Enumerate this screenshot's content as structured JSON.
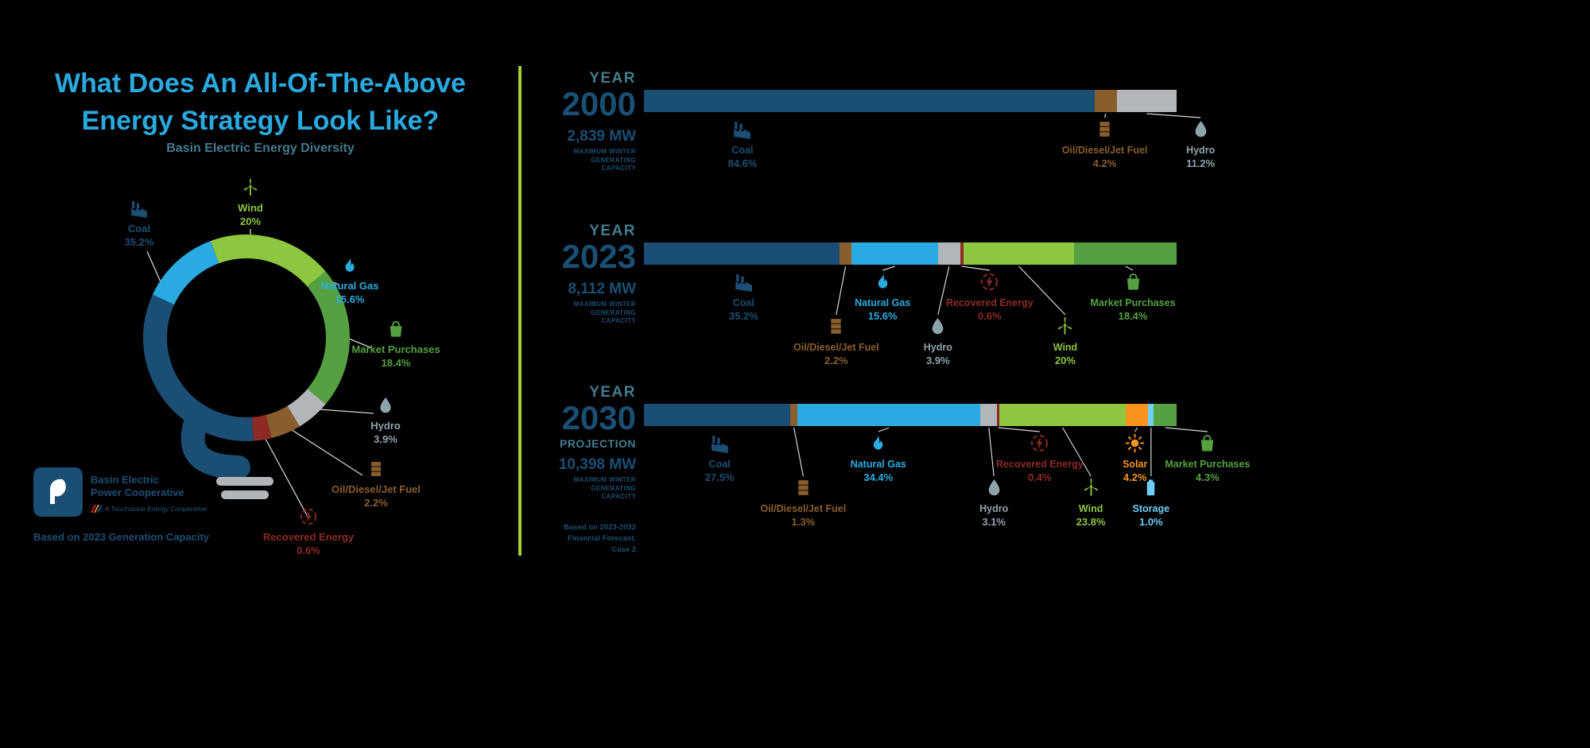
{
  "colors": {
    "accent_blue": "#2aa9e0",
    "teal_text": "#447b8e",
    "navy": "#1b4e74",
    "divider_green": "#a6ce39",
    "coal": "#1b4e74",
    "oil_diesel_jet_fuel": "#8a5e2c",
    "hydro": "#b3b6b8",
    "natural_gas": "#29abe2",
    "recovered_energy": "#8e2a25",
    "wind": "#8dc63f",
    "market_purchases": "#55a041",
    "solar": "#f7941d",
    "storage": "#6dcff6"
  },
  "left": {
    "title_line1": "What Does An All-Of-The-Above",
    "title_line2": "Energy Strategy Look Like?",
    "subtitle": "Basin Electric Energy Diversity",
    "logo": {
      "name_line1": "Basin Electric",
      "name_line2": "Power Cooperative",
      "tagline": "A Touchstone Energy Cooperative"
    },
    "footnote": "Based on 2023 Generation Capacity",
    "bulb_labels": [
      {
        "id": "coal",
        "name": "Coal",
        "display": "35.2%",
        "color": "#1b4e74",
        "icon": "factory"
      },
      {
        "id": "wind",
        "name": "Wind",
        "display": "20%",
        "color": "#8dc63f",
        "icon": "turbine"
      },
      {
        "id": "gas",
        "name": "Natural Gas",
        "display": "15.6%",
        "color": "#29abe2",
        "icon": "flame"
      },
      {
        "id": "market",
        "name": "Market Purchases",
        "display": "18.4%",
        "color": "#55a041",
        "icon": "bag"
      },
      {
        "id": "hydro",
        "name": "Hydro",
        "display": "3.9%",
        "color": "#8fa3ad",
        "icon": "droplet"
      },
      {
        "id": "oil",
        "name": "Oil/Diesel/Jet Fuel",
        "display": "2.2%",
        "color": "#8a5e2c",
        "icon": "barrel"
      },
      {
        "id": "recovered",
        "name": "Recovered Energy",
        "display": "0.6%",
        "color": "#8e2a25",
        "icon": "bolt"
      }
    ]
  },
  "chart_data": [
    {
      "type": "bar",
      "stacked": true,
      "orientation": "horizontal",
      "unit": "%",
      "xlim": [
        0,
        100
      ],
      "year_kicker": "YEAR",
      "year": "2000",
      "projection_label": "",
      "capacity": "2,839 MW",
      "capacity_note": "Maximum Winter Generating Capacity",
      "footnote": "",
      "segments": [
        {
          "name": "Coal",
          "value": 84.6,
          "display": "84.6%",
          "color": "#1b4e74",
          "icon": "factory",
          "label_row": 0,
          "label_x": 18.5,
          "leader": false
        },
        {
          "name": "Oil/Diesel/Jet Fuel",
          "value": 4.2,
          "display": "4.2%",
          "color": "#8a5e2c",
          "icon": "barrel",
          "label_row": 0,
          "label_x": 86.5
        },
        {
          "name": "Hydro",
          "value": 11.2,
          "display": "11.2%",
          "color": "#b3b6b8",
          "icon": "droplet",
          "label_row": 0,
          "label_x": 104.5,
          "label_color": "#8fa3ad"
        }
      ]
    },
    {
      "type": "bar",
      "stacked": true,
      "orientation": "horizontal",
      "unit": "%",
      "xlim": [
        0,
        100
      ],
      "year_kicker": "YEAR",
      "year": "2023",
      "projection_label": "",
      "capacity": "8,112 MW",
      "capacity_note": "Maximum Winter Generating Capacity",
      "footnote": "",
      "segments": [
        {
          "name": "Coal",
          "value": 35.2,
          "display": "35.2%",
          "color": "#1b4e74",
          "icon": "factory",
          "label_row": 0,
          "label_x": 18.7,
          "leader": false
        },
        {
          "name": "Oil/Diesel/Jet Fuel",
          "value": 2.2,
          "display": "2.2%",
          "color": "#8a5e2c",
          "icon": "barrel",
          "label_row": 1,
          "label_x": 36.1
        },
        {
          "name": "Natural Gas",
          "value": 15.6,
          "display": "15.6%",
          "color": "#29abe2",
          "icon": "flame",
          "label_row": 0,
          "label_x": 44.8
        },
        {
          "name": "Hydro",
          "value": 3.9,
          "display": "3.9%",
          "color": "#b3b6b8",
          "icon": "droplet",
          "label_row": 1,
          "label_x": 55.2,
          "label_color": "#8fa3ad"
        },
        {
          "name": "Recovered Energy",
          "value": 0.6,
          "display": "0.6%",
          "color": "#8e2a25",
          "icon": "bolt",
          "label_row": 0,
          "label_x": 64.9
        },
        {
          "name": "Wind",
          "value": 20,
          "display": "20%",
          "color": "#8dc63f",
          "icon": "turbine",
          "label_row": 1,
          "label_x": 79.1
        },
        {
          "name": "Market Purchases",
          "value": 18.4,
          "display": "18.4%",
          "color": "#55a041",
          "icon": "bag",
          "label_row": 0,
          "label_x": 91.8
        }
      ]
    },
    {
      "type": "bar",
      "stacked": true,
      "orientation": "horizontal",
      "unit": "%",
      "xlim": [
        0,
        100
      ],
      "year_kicker": "YEAR",
      "year": "2030",
      "projection_label": "PROJECTION",
      "capacity": "10,398 MW",
      "capacity_note": "Maximum Winter Generating Capacity",
      "footnote": "Based on 2023-2032 Financial Forecast, Case 2",
      "segments": [
        {
          "name": "Coal",
          "value": 27.5,
          "display": "27.5%",
          "color": "#1b4e74",
          "icon": "factory",
          "label_row": 0,
          "label_x": 14.2,
          "leader": false
        },
        {
          "name": "Oil/Diesel/Jet Fuel",
          "value": 1.3,
          "display": "1.3%",
          "color": "#8a5e2c",
          "icon": "barrel",
          "label_row": 1,
          "label_x": 29.9
        },
        {
          "name": "Natural Gas",
          "value": 34.4,
          "display": "34.4%",
          "color": "#29abe2",
          "icon": "flame",
          "label_row": 0,
          "label_x": 44.0
        },
        {
          "name": "Hydro",
          "value": 3.1,
          "display": "3.1%",
          "color": "#b3b6b8",
          "icon": "droplet",
          "label_row": 1,
          "label_x": 65.7,
          "label_color": "#8fa3ad"
        },
        {
          "name": "Recovered Energy",
          "value": 0.4,
          "display": "0.4%",
          "color": "#8e2a25",
          "icon": "bolt",
          "label_row": 0,
          "label_x": 74.3
        },
        {
          "name": "Wind",
          "value": 23.8,
          "display": "23.8%",
          "color": "#8dc63f",
          "icon": "turbine",
          "label_row": 1,
          "label_x": 83.9
        },
        {
          "name": "Solar",
          "value": 4.2,
          "display": "4.2%",
          "color": "#f7941d",
          "icon": "sun",
          "label_row": 0,
          "label_x": 92.2
        },
        {
          "name": "Storage",
          "value": 1.0,
          "display": "1.0%",
          "color": "#6dcff6",
          "icon": "battery",
          "label_row": 1,
          "label_x": 95.2
        },
        {
          "name": "Market Purchases",
          "value": 4.3,
          "display": "4.3%",
          "color": "#55a041",
          "icon": "bag",
          "label_row": 0,
          "label_x": 105.8
        }
      ]
    }
  ]
}
